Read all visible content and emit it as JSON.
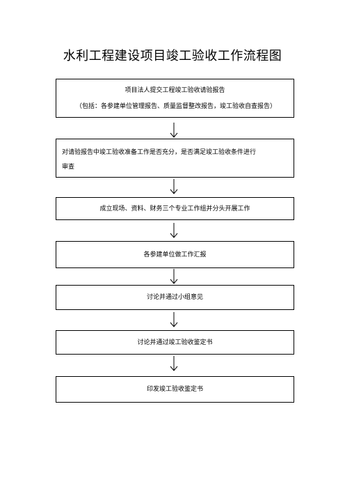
{
  "title": "水利工程建设项目竣工验收工作流程图",
  "steps": [
    {
      "line1": "项目法人提交工程竣工验收请验报告",
      "line2": "（包括：各参建单位管理报告、质量监督整改报告，竣工验收自查报告）"
    },
    {
      "line1": "对请验报告中竣工验收准备工作是否充分，是否满足竣工验收条件进行",
      "line2": "审查"
    },
    {
      "text": "成立现场、资料、财务三个专业工作组并分头开展工作"
    },
    {
      "text": "各参建单位做工作汇报"
    },
    {
      "text": "讨论并通过小组意见"
    },
    {
      "text": "讨论并通过竣工验收鉴定书"
    },
    {
      "text": "印发竣工验收鉴定书"
    }
  ]
}
